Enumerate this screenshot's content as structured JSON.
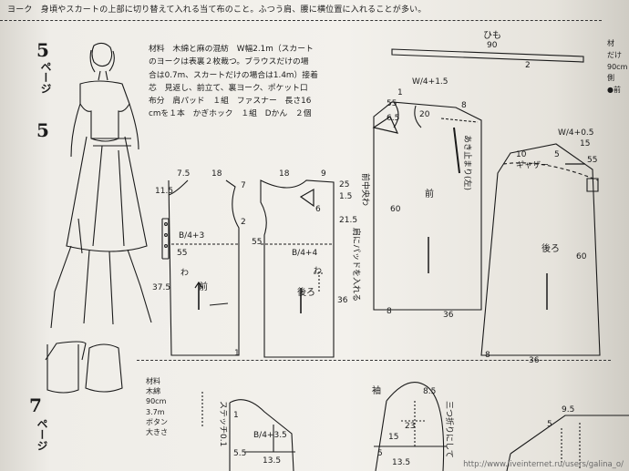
{
  "header": {
    "text": "ヨーク　身頃やスカートの上部に切り替えて入れる当て布のこと。ふつう肩、腰に横位置に入れることが多い。"
  },
  "page5": {
    "number": "5",
    "label": "ページ"
  },
  "page7": {
    "number": "7",
    "label": "ページ"
  },
  "materials": {
    "lines": [
      "材料　木綿と麻の混紡　W幅2.1m（スカート",
      "のヨークは表裏２枚裁つ。ブラウスだけの場",
      "合は0.7m、スカートだけの場合は1.4m）接着",
      "芯　見返し、前立て、裏ヨーク、ポケット口",
      "布分　肩パッド　１組　ファスナー　長さ16",
      "cmを１本　かぎホック　１組　Dかん　２個"
    ]
  },
  "materials7": {
    "lines": [
      "材料",
      "木綿",
      "90cm",
      "3.7m",
      "ボタン",
      "大きさ"
    ]
  },
  "rightcol": {
    "lines": [
      "材",
      "だけ",
      "90cm",
      "側",
      "●前"
    ]
  },
  "tie": {
    "label": "ひも",
    "length": "90",
    "width": "2"
  },
  "bodice_front": {
    "name": "前",
    "wa": "わ",
    "dims": [
      "7.5",
      "18",
      "11.5",
      "B/4+3",
      "55",
      "37.5",
      "7",
      "2",
      "1"
    ]
  },
  "bodice_back": {
    "name": "後ろ",
    "wa": "わ",
    "dims": [
      "18",
      "9",
      "25",
      "1.5",
      "6",
      "21.5",
      "55",
      "B/4+4",
      "36"
    ]
  },
  "skirt_front": {
    "name": "前",
    "side_note": "前中央わ",
    "pad_note": "肩にパッドを入れる",
    "pocket_note": "あき止まり(左)",
    "dims": [
      "W/4+1.5",
      "1",
      "55",
      "6.5",
      "20",
      "8",
      "60",
      "36",
      "8"
    ]
  },
  "skirt_back": {
    "name": "後ろ",
    "gather": "ギャザー",
    "dims": [
      "W/4+0.5",
      "10",
      "5",
      "15",
      "55",
      "60",
      "36",
      "8"
    ]
  },
  "sleeve": {
    "label": "袖",
    "dims": [
      "23",
      "8.5",
      "15",
      "5",
      "13.5"
    ],
    "note": "三つ折りにして"
  },
  "lower_bodice": {
    "dims": [
      "B/4+3.5",
      "13.5",
      "1",
      "5.5"
    ],
    "note": "ステッチ0.1"
  },
  "lower_right": {
    "dims": [
      "9.5",
      "5"
    ]
  },
  "watermark": "http://www.liveinternet.ru/users/galina_o/"
}
